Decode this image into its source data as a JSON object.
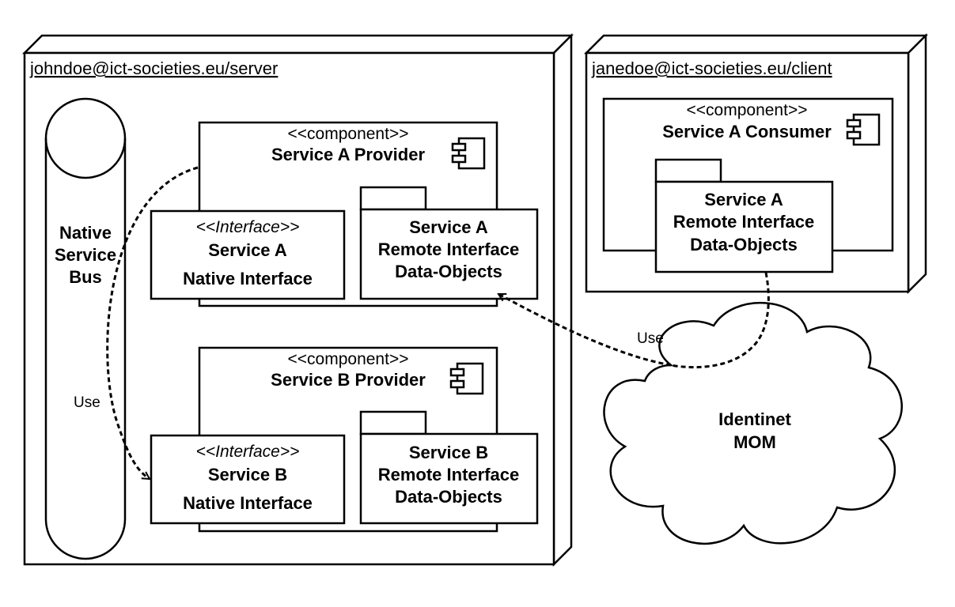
{
  "nodes": {
    "server": {
      "label": "johndoe@ict-societies.eu/server"
    },
    "client": {
      "label": "janedoe@ict-societies.eu/client"
    }
  },
  "bus": {
    "lines": [
      "Native",
      "Service",
      "Bus"
    ]
  },
  "components": {
    "service_a_provider": {
      "stereotype": "<<component>>",
      "name": "Service A Provider",
      "interface": {
        "stereotype": "<<Interface>>",
        "line1": "Service A",
        "line2": "Native Interface"
      },
      "package": {
        "line1": "Service A",
        "line2": "Remote Interface",
        "line3": "Data-Objects"
      }
    },
    "service_b_provider": {
      "stereotype": "<<component>>",
      "name": "Service B Provider",
      "interface": {
        "stereotype": "<<Interface>>",
        "line1": "Service B",
        "line2": "Native Interface"
      },
      "package": {
        "line1": "Service B",
        "line2": "Remote Interface",
        "line3": "Data-Objects"
      }
    },
    "service_a_consumer": {
      "stereotype": "<<component>>",
      "name": "Service A Consumer",
      "package": {
        "line1": "Service A",
        "line2": "Remote Interface",
        "line3": "Data-Objects"
      }
    }
  },
  "mom": {
    "line1": "Identinet",
    "line2": "MOM"
  },
  "edges": {
    "bus_use": {
      "label": "Use"
    },
    "mom_use": {
      "label": "Use"
    }
  }
}
